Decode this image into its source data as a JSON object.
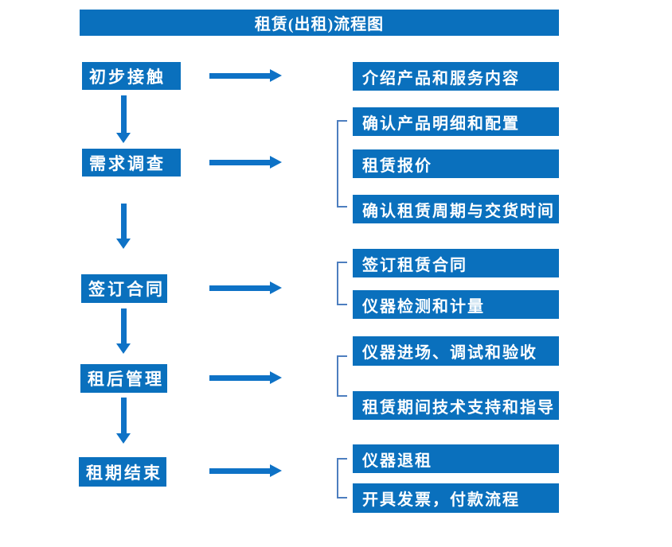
{
  "title": "租赁(出租)流程图",
  "colors": {
    "box_blue": "#0a70bd",
    "arrow_blue": "#0e72c6",
    "bracket_blue": "#4d7ebf",
    "text_white": "#ffffff",
    "background": "#ffffff"
  },
  "steps": [
    {
      "label": "初步接触",
      "details": [
        "介绍产品和服务内容"
      ]
    },
    {
      "label": "需求调查",
      "details": [
        "确认产品明细和配置",
        "租赁报价",
        "确认租赁周期与交货时间"
      ]
    },
    {
      "label": "签订合同",
      "details": [
        "签订租赁合同",
        "仪器检测和计量"
      ]
    },
    {
      "label": "租后管理",
      "details": [
        "仪器进场、调试和验收",
        "租赁期间技术支持和指导"
      ]
    },
    {
      "label": "租期结束",
      "details": [
        "仪器退租",
        "开具发票，付款流程"
      ]
    }
  ]
}
